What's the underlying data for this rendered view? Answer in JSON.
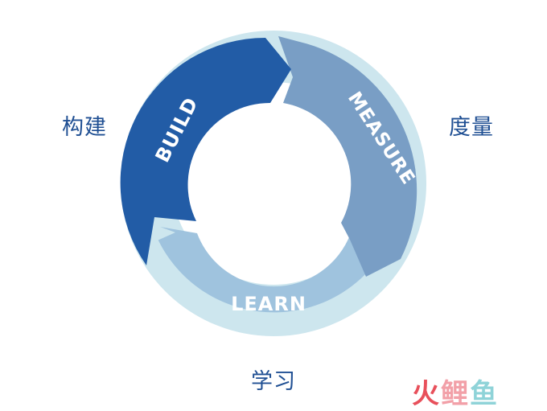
{
  "stages": {
    "build": {
      "label": "BUILD",
      "label_cn": "构建",
      "color": "#225ca6"
    },
    "measure": {
      "label": "MEASURE",
      "label_cn": "度量",
      "color": "#799ec5"
    },
    "learn": {
      "label": "LEARN",
      "label_cn": "学习",
      "color": "#9fc3de"
    }
  },
  "connector_color": "#cde6ee",
  "watermark": {
    "part1": "火",
    "part2": "鲤",
    "part3": "鱼"
  }
}
